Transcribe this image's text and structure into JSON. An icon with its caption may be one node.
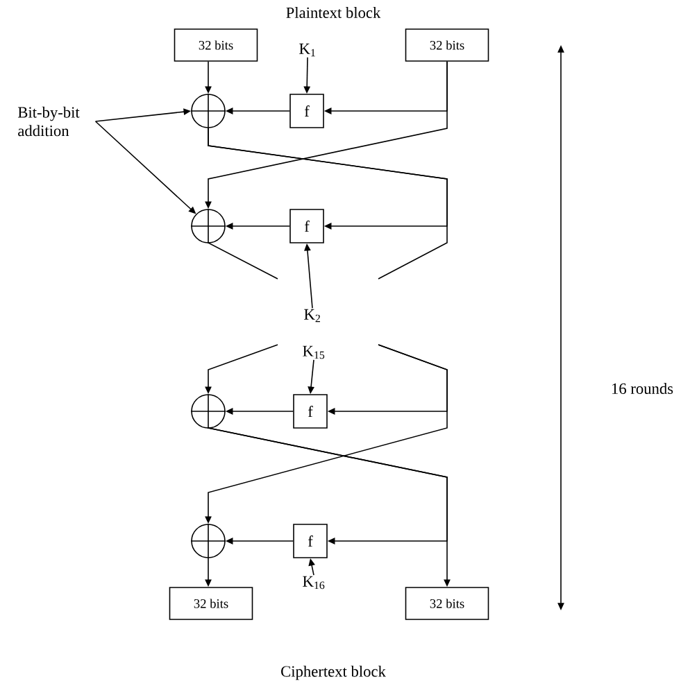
{
  "diagram": {
    "title": "Plaintext block",
    "nodes": [
      {
        "text": [
          "32 bits"
        ]
      },
      {
        "text": [
          "K$_{1}$"
        ]
      },
      {
        "text": [
          "32 bits"
        ]
      },
      {
        "text": [
          "Bit-by-bit addition"
        ]
      },
      {
        "text": [],
        "shape": "circle"
      },
      {
        "text": [
          "f"
        ]
      },
      {
        "text": [],
        "shape": "circle"
      },
      {
        "text": [
          "f"
        ]
      },
      {
        "text": [
          "K$_{2}$"
        ]
      },
      {
        "text": [
          "K$_{15}$"
        ]
      },
      {
        "text": [],
        "shape": "circle"
      },
      {
        "text": [
          "f"
        ]
      },
      {
        "text": [],
        "shape": "circle"
      },
      {
        "text": [
          "f"
        ]
      },
      {
        "text": [
          "K$_{16}$"
        ]
      },
      {
        "text": [
          "32 bits"
        ]
      },
      {
        "text": [
          "32 bits"
        ]
      }
    ],
    "edges": [
      {
        "from": 0,
        "to": 4,
        "arrow": "to"
      },
      {
        "from": 1,
        "to": 5,
        "arrow": "to"
      },
      {
        "from": 2,
        "to": 5,
        "arrow": "to"
      },
      {
        "from": 2,
        "to": 6,
        "arrow": "to"
      },
      {
        "from": 5,
        "to": 4,
        "arrow": "to"
      },
      {
        "from": 3,
        "to": 4,
        "arrow": "to"
      },
      {
        "from": 3,
        "to": 6,
        "arrow": "to"
      },
      {
        "from": 4,
        "to": 7,
        "arrow": "to"
      },
      {
        "from": 4,
        "to": null,
        "arrow": "none"
      },
      {
        "from": 7,
        "to": 6,
        "arrow": "to"
      },
      {
        "from": 8,
        "to": 7,
        "arrow": "to"
      },
      {
        "from": 6,
        "to": null,
        "arrow": "none"
      },
      {
        "from": null,
        "to": 10,
        "arrow": "to"
      },
      {
        "from": null,
        "to": 11,
        "arrow": "to"
      },
      {
        "from": 9,
        "to": 11,
        "arrow": "to"
      },
      {
        "from": 11,
        "to": 10,
        "arrow": "to"
      },
      {
        "from": null,
        "to": 12,
        "arrow": "to"
      },
      {
        "from": 10,
        "to": 13,
        "arrow": "to"
      },
      {
        "from": 10,
        "to": 16,
        "arrow": "to"
      },
      {
        "from": 13,
        "to": 12,
        "arrow": "to"
      },
      {
        "from": 14,
        "to": 13,
        "arrow": "to"
      },
      {
        "from": 12,
        "to": 15,
        "arrow": "to"
      }
    ],
    "labels": [
      "16 rounds",
      "Ciphertext block"
    ]
  }
}
